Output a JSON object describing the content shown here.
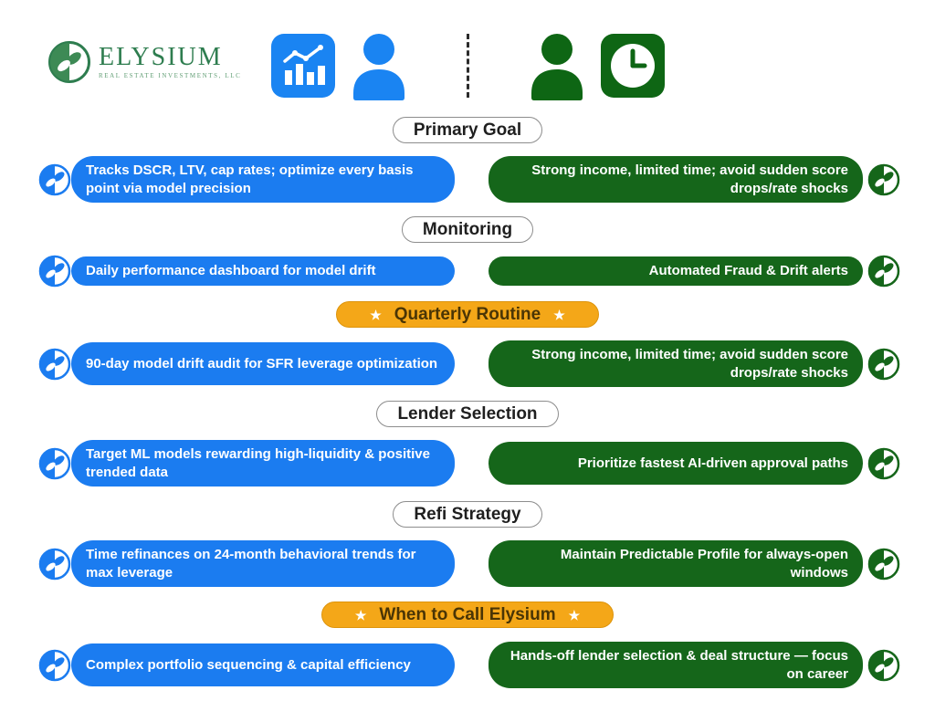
{
  "logo": {
    "name": "ELYSIUM",
    "subtitle": "REAL ESTATE INVESTMENTS, LLC",
    "name_color": "#2e7d4f"
  },
  "colors": {
    "investor_blue": "#1b7cf0",
    "professional_green": "#15661a",
    "highlight_yellow": "#f4a718",
    "yellow_text": "#4a3505",
    "header_text": "#1f1f1f"
  },
  "star": "★",
  "sections": [
    {
      "title": "Primary Goal",
      "style": "plain",
      "left": "Tracks DSCR, LTV, cap rates; optimize every basis point via model precision",
      "right": "Strong income, limited time; avoid sudden score drops/rate shocks"
    },
    {
      "title": "Monitoring",
      "style": "plain",
      "left": "Daily performance dashboard for model drift",
      "right": "Automated Fraud & Drift alerts"
    },
    {
      "title": "Quarterly Routine",
      "style": "starred",
      "left": "90-day model drift audit for SFR leverage optimization",
      "right": "Strong income, limited time; avoid sudden score drops/rate shocks"
    },
    {
      "title": "Lender Selection",
      "style": "plain",
      "left": "Target ML models rewarding high-liquidity & positive trended data",
      "right": "Prioritize fastest AI-driven approval paths"
    },
    {
      "title": "Refi Strategy",
      "style": "plain",
      "left": "Time refinances on 24-month behavioral trends for max leverage",
      "right": "Maintain Predictable Profile for always-open windows"
    },
    {
      "title": "When to Call Elysium",
      "style": "starred",
      "left": "Complex portfolio sequencing & capital efficiency",
      "right": "Hands-off lender selection & deal structure — focus on career"
    }
  ]
}
